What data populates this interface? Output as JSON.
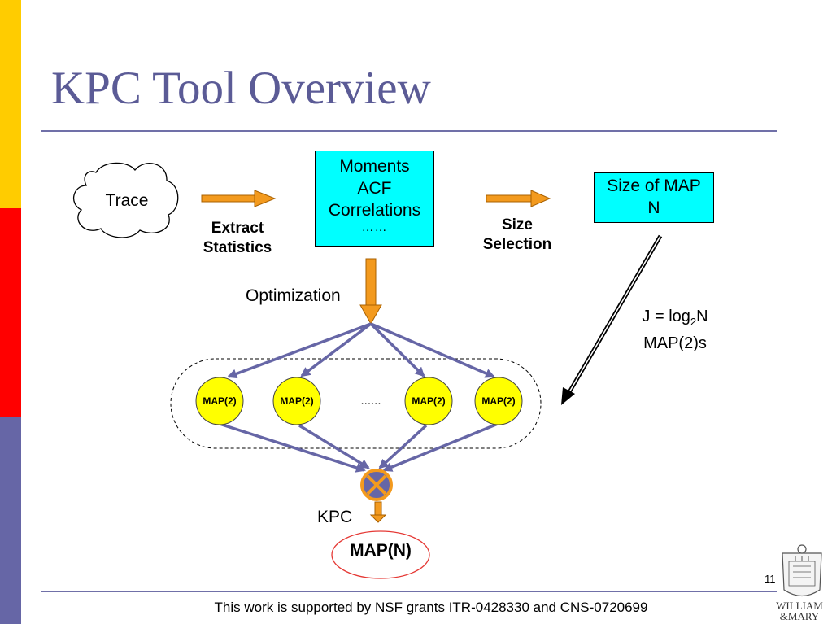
{
  "slide": {
    "title": "KPC Tool Overview",
    "footer": "This work is supported by NSF grants ITR-0428330 and CNS-0720699",
    "page_number": "11"
  },
  "diagram": {
    "trace_label": "Trace",
    "stats_box_lines": [
      "Moments",
      "ACF",
      "Correlations",
      "……"
    ],
    "extract_label_lines": [
      "Extract",
      "Statistics"
    ],
    "size_box_lines": [
      "Size of MAP",
      "N"
    ],
    "size_selection_lines": [
      "Size",
      "Selection"
    ],
    "optimization_label": "Optimization",
    "j_formula": {
      "prefix": "J = log",
      "sub": "2",
      "suffix": "N"
    },
    "j_line2": "MAP(2)s",
    "map_nodes": [
      "MAP(2)",
      "MAP(2)",
      "MAP(2)",
      "MAP(2)"
    ],
    "ellipsis": "......",
    "kpc_label": "KPC",
    "result_label": "MAP(N)"
  },
  "logo": {
    "text_lines": [
      "WILLIAM",
      "&MARY"
    ]
  },
  "colors": {
    "sidebar": [
      "#FFCC00",
      "#FF0000",
      "#6666A6"
    ],
    "title": "#5B5B96",
    "box_fill": "#00FFFF",
    "arrow_orange": "#F39A1E",
    "node_fill": "#FFFF00",
    "edge_color": "#6666A6",
    "result_ellipse": "#E53935"
  }
}
